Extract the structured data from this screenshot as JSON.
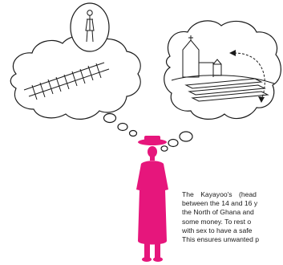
{
  "figure": {
    "colors": {
      "porter": "#e6167c",
      "ink": "#1a1a1a",
      "background": "#ffffff"
    },
    "caption_lines": [
      "The Kayayoo's (head",
      "between the 14 and 16 y",
      "the North of Ghana and",
      "some money. To rest o",
      "with sex to have a safe",
      "This ensures unwanted p"
    ]
  }
}
